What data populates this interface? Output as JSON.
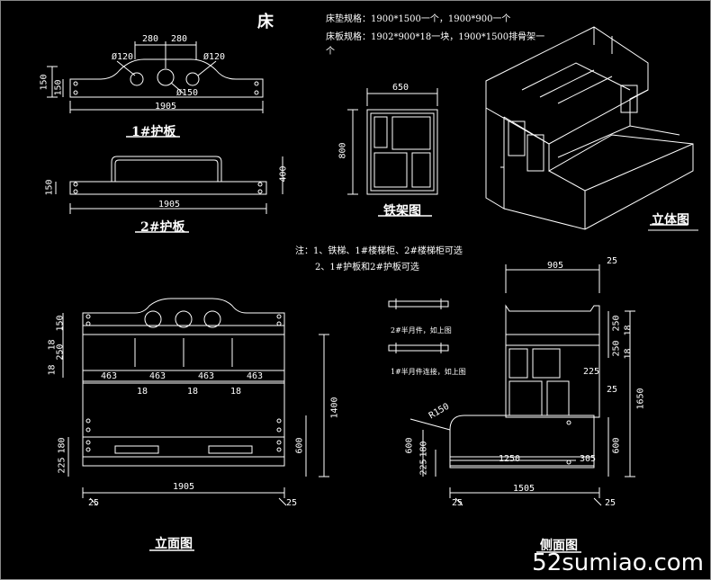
{
  "header": {
    "main_title": "床",
    "spec_line1": "床垫规格：1900*1500一个，1900*900一个",
    "spec_line2": "床板规格：1902*900*18一块，1900*1500排骨架一",
    "spec_line3": "个"
  },
  "guard1": {
    "caption": "1#护板",
    "dims": {
      "w_total": "1905",
      "d1": "280",
      "d2": "280",
      "h_left": "150",
      "h_mid": "150",
      "r1": "Ø120",
      "r2": "Ø120",
      "r3": "Ø150"
    }
  },
  "guard2": {
    "caption": "2#护板",
    "dims": {
      "w_total": "1905",
      "h_left": "150",
      "h_right": "400"
    }
  },
  "iron_frame": {
    "caption": "铁架图",
    "dims": {
      "w": "650",
      "h": "800"
    }
  },
  "iso_view": {
    "caption": "立体图"
  },
  "notes": {
    "line1": "注：1、铁梯、1#楼梯柜、2#楼梯柜可选",
    "line2": "2、1#护板和2#护板可选"
  },
  "front_view": {
    "caption": "立面图",
    "dims": {
      "h150": "150",
      "h18a": "18",
      "h250": "250",
      "h18b": "18",
      "c1": "463",
      "c2": "463",
      "c3": "463",
      "c4": "463",
      "g1": "18",
      "g2": "18",
      "g3": "18",
      "h1400": "1400",
      "h180": "180",
      "h225": "225",
      "h600": "600",
      "w1905": "1905",
      "e_left": "25",
      "e_right": "25"
    }
  },
  "hardware": {
    "screw1": "2#半月件，如上图",
    "screw2": "1#半月件连接，如上图"
  },
  "side_view": {
    "caption": "侧面图",
    "dims": {
      "w905": "905",
      "t25": "25",
      "h250": "250",
      "h18a": "18",
      "h250b": "250",
      "h18b": "18",
      "d225": "225",
      "d25": "25",
      "h1650": "1650",
      "r150": "R150",
      "h600l": "600",
      "h180": "180",
      "h225": "225",
      "w1250": "1250",
      "w305": "305",
      "h600r": "600",
      "w1505": "1505",
      "e_left": "25",
      "e_right": "25"
    }
  },
  "watermark": "52sumiao.com"
}
